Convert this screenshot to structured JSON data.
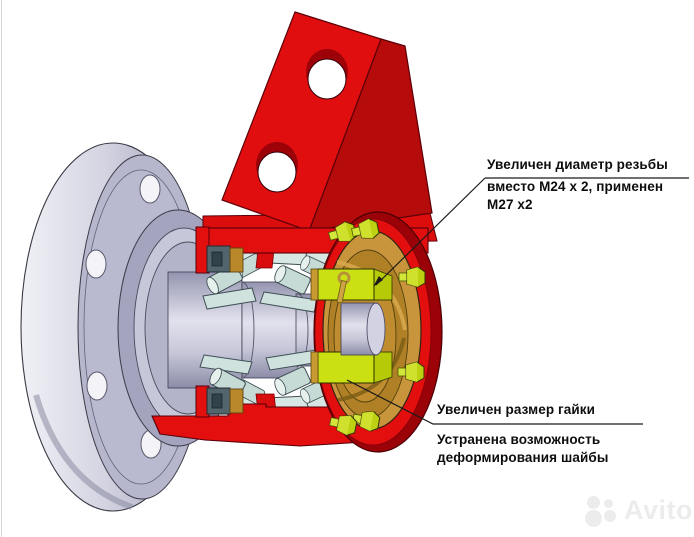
{
  "page": {
    "background": "#ffffff",
    "border_left_color": "#c6c6c6"
  },
  "figure": {
    "type": "cad-cutaway-3d",
    "subject": "wheel hub assembly sectional view with mounting bracket",
    "parts": [
      {
        "name": "wheel-flange-disc",
        "color": "#b6b6cd"
      },
      {
        "name": "mounting-bracket",
        "color": "#e00e0e"
      },
      {
        "name": "hub-housing-section",
        "color": "#e30e0e"
      },
      {
        "name": "hub-ring-dark-edge",
        "color": "#9a0208"
      },
      {
        "name": "tapered-roller-bearing",
        "color": "#d7e8e4"
      },
      {
        "name": "axle-shaft",
        "color": "#c8c8da"
      },
      {
        "name": "axle-flange",
        "color": "#c8953d"
      },
      {
        "name": "hub-nut-section",
        "color": "#c8dd12"
      },
      {
        "name": "flange-bolt",
        "color": "#bcd112"
      },
      {
        "name": "cotter-pin",
        "color": "#cda544"
      },
      {
        "name": "grease-seal",
        "color": "#52656c"
      }
    ]
  },
  "annotations": {
    "thread": {
      "lines": [
        "Увеличен диаметр резьбы",
        "вместо М24 х 2, применен",
        "М27 х2"
      ]
    },
    "nut": {
      "lines": [
        "Увеличен размер гайки"
      ]
    },
    "washer": {
      "lines": [
        "Устранена возможность",
        "деформирования шайбы"
      ]
    }
  },
  "watermark": {
    "text": "Avito",
    "logo": "avito-four-circles-icon",
    "color": "#ececec"
  }
}
